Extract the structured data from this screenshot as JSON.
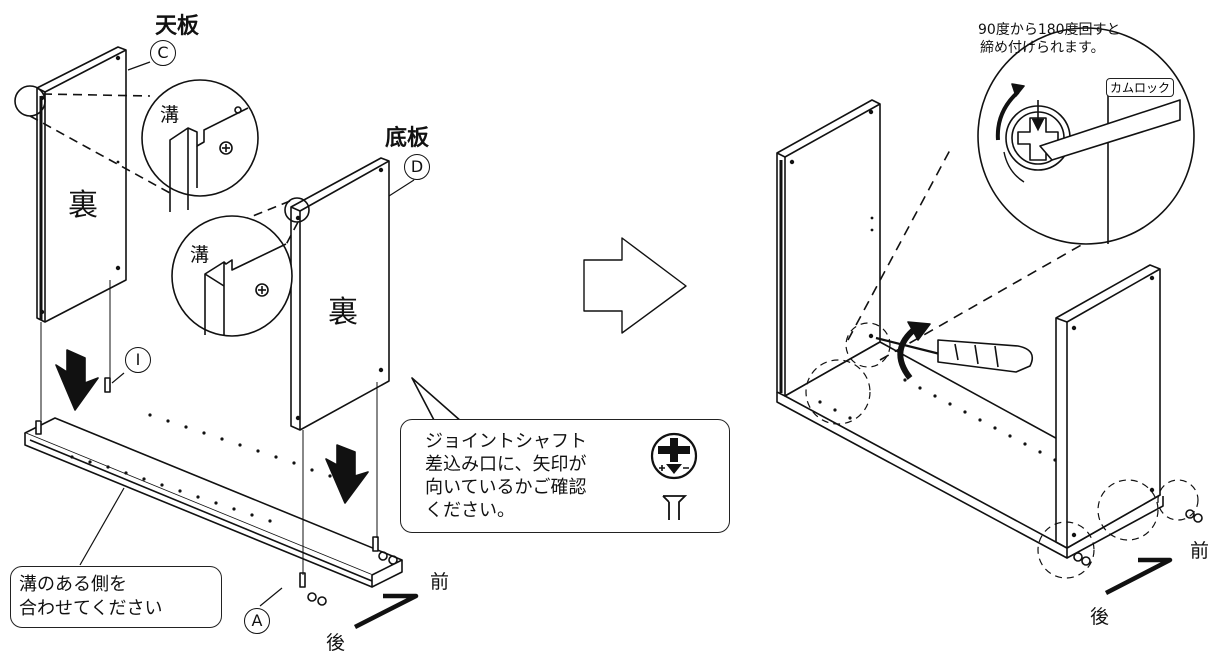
{
  "left_view": {
    "top_board_label": "天板",
    "top_board_marker": "C",
    "bottom_board_label": "底板",
    "bottom_board_marker": "D",
    "back_text_1": "裏",
    "back_text_2": "裏",
    "groove_label_1": "溝",
    "groove_label_2": "溝",
    "dowel_marker": "I",
    "base_marker": "A",
    "align_note_line1": "溝のある側を",
    "align_note_line2": "合わせてください",
    "front_label": "前",
    "back_label": "後",
    "shaft_note_line1": "ジョイントシャフト",
    "shaft_note_line2": "差込み口に、矢印が",
    "shaft_note_line3": "向いているかご確認",
    "shaft_note_line4": "ください。"
  },
  "right_view": {
    "rotate_note_line1": "90度から180度回すと",
    "rotate_note_line2": "締め付けられます。",
    "cam_lock_label": "カムロック",
    "front_label": "前",
    "back_label": "後"
  },
  "colors": {
    "ink": "#111111",
    "panel": "#ffffff"
  }
}
